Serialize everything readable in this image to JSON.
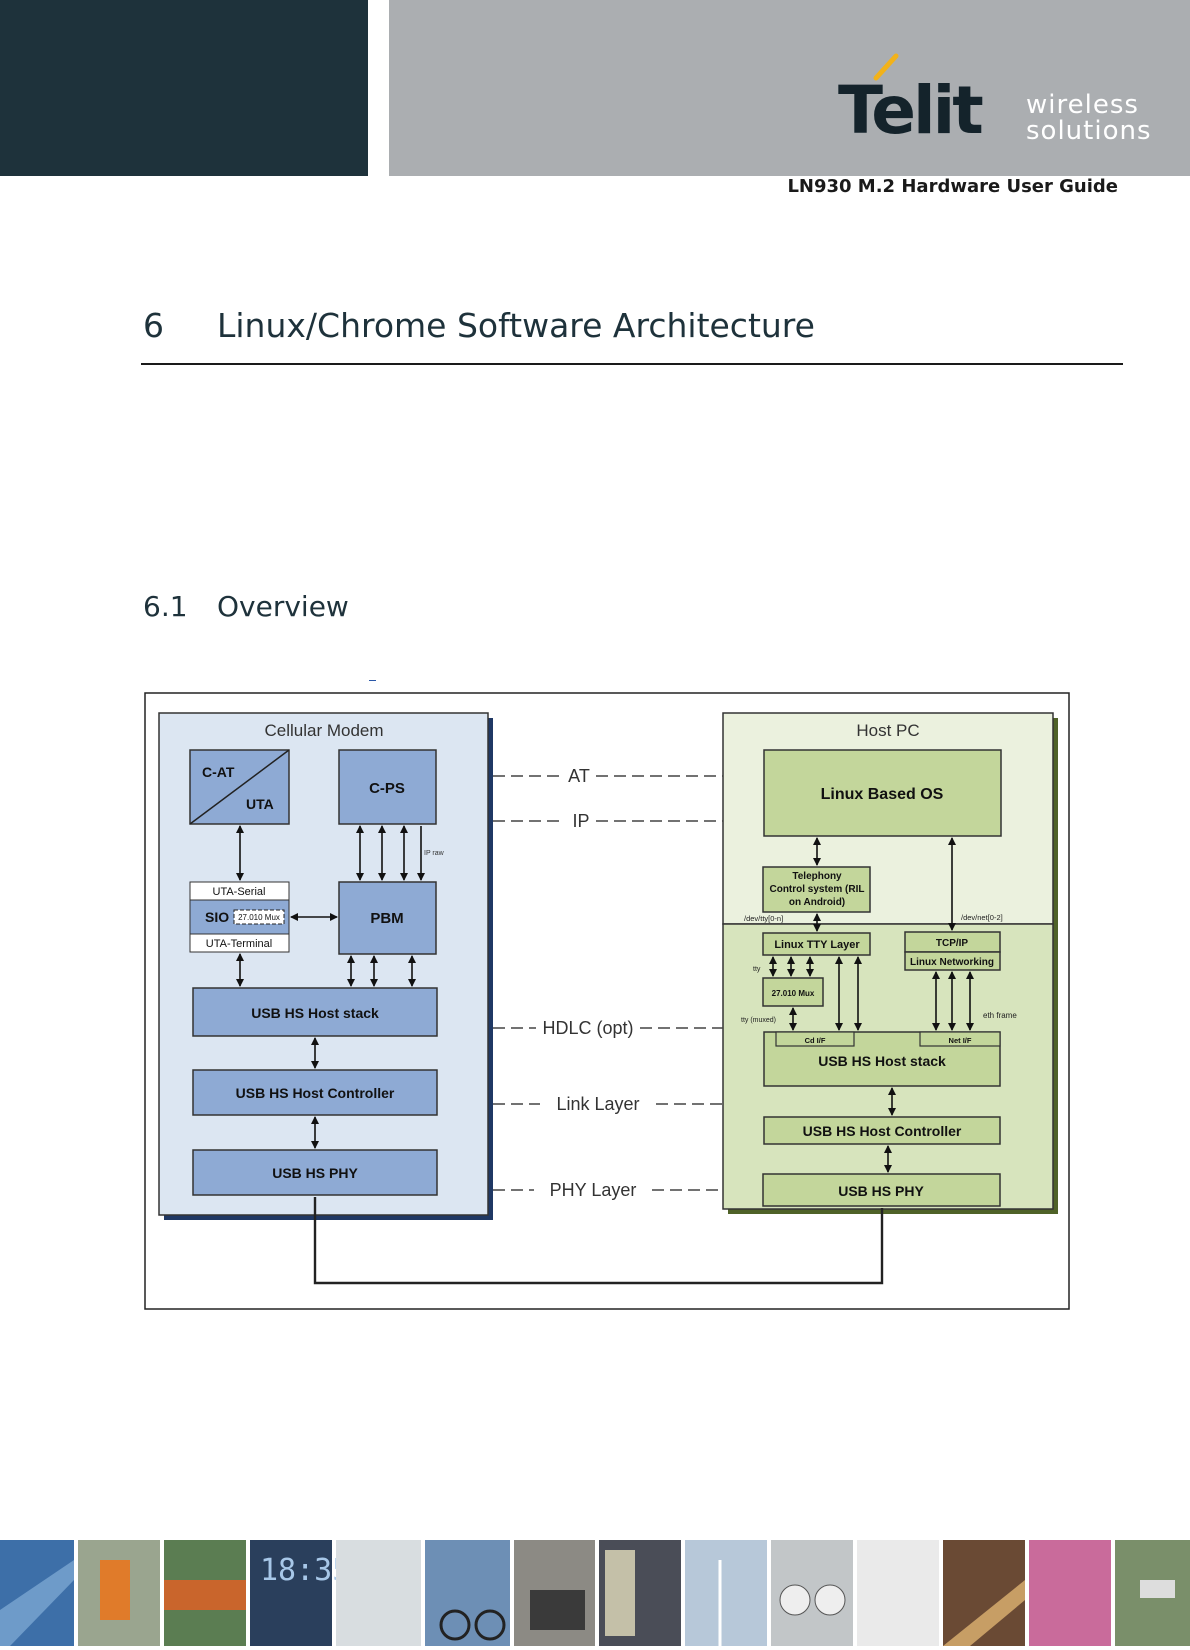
{
  "header": {
    "brand": "Telit",
    "tagline_line1": "wireless",
    "tagline_line2": "solutions",
    "guide_title": "LN930 M.2 Hardware User Guide"
  },
  "section": {
    "number": "6",
    "title": "Linux/Chrome Software Architecture"
  },
  "subsection": {
    "number": "6.1",
    "title": "Overview"
  },
  "diagram": {
    "modem": {
      "title": "Cellular Modem",
      "cat": "C-AT",
      "uta": "UTA",
      "cps": "C-PS",
      "ipraw": "IP raw",
      "uta_serial": "UTA-Serial",
      "sio": "SIO",
      "mux": "27.010 Mux",
      "uta_terminal": "UTA-Terminal",
      "pbm": "PBM",
      "host_stack": "USB HS  Host stack",
      "host_controller": "USB HS  Host Controller",
      "phy": "USB  HS  PHY"
    },
    "links": {
      "at": "AT",
      "ip": "IP",
      "hdlc": "HDLC (opt)",
      "link": "Link Layer",
      "phy": "PHY Layer"
    },
    "host": {
      "title": "Host PC",
      "os": "Linux Based OS",
      "telephony_1": "Telephony",
      "telephony_2": "Control system (RIL",
      "telephony_3": "on Android)",
      "dev_tty": "/dev/tty[0-n]",
      "dev_net": "/dev/net[0-2]",
      "tty_layer": "Linux TTY Layer",
      "tcpip": "TCP/IP",
      "linux_net": "Linux Networking",
      "tty": "tty",
      "mux": "27.010 Mux",
      "tty_muxed": "tty (muxed)",
      "eth_frame": "eth frame",
      "cd_if": "Cd  I/F",
      "net_if": "Net  I/F",
      "host_stack": "USB HS  Host stack",
      "host_controller": "USB HS  Host Controller",
      "phy": "USB HS  PHY"
    }
  },
  "footer": {
    "photos": [
      "highway",
      "sos-phone",
      "containers",
      "clock-display",
      "keyboard",
      "cyclist",
      "printer",
      "vending",
      "wind-turbines",
      "meters",
      "fence",
      "train",
      "pink-containers",
      "camera"
    ]
  },
  "colors": {
    "dark_panel": "#1e323b",
    "grey_panel": "#abaeb1",
    "modem_bg": "#dce6f2",
    "modem_box": "#8eaad4",
    "host_bg_top": "#ebf1de",
    "host_bg_bottom": "#d7e4bd",
    "host_box": "#c3d69b"
  }
}
